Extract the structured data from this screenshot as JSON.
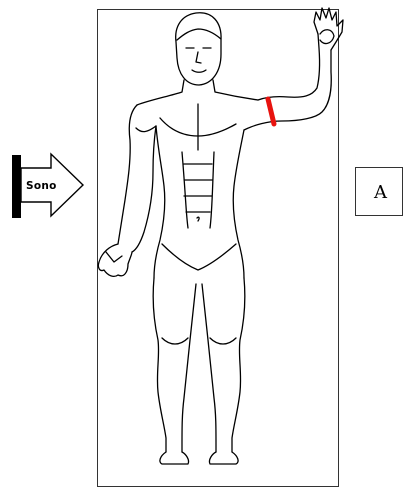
{
  "probe": {
    "label": "Sono",
    "icon": "ultrasound-probe-arrow-icon"
  },
  "view_label": {
    "text": "A"
  },
  "figure": {
    "subject": "anatomical-body-outline-front",
    "pose": "right-arm-raised",
    "marker": {
      "icon": "probe-position-marker",
      "location": "upper arm",
      "color": "#e8130f"
    }
  },
  "colors": {
    "line": "#000000",
    "panel_border": "#333333",
    "marker": "#e8130f",
    "background": "#ffffff"
  }
}
